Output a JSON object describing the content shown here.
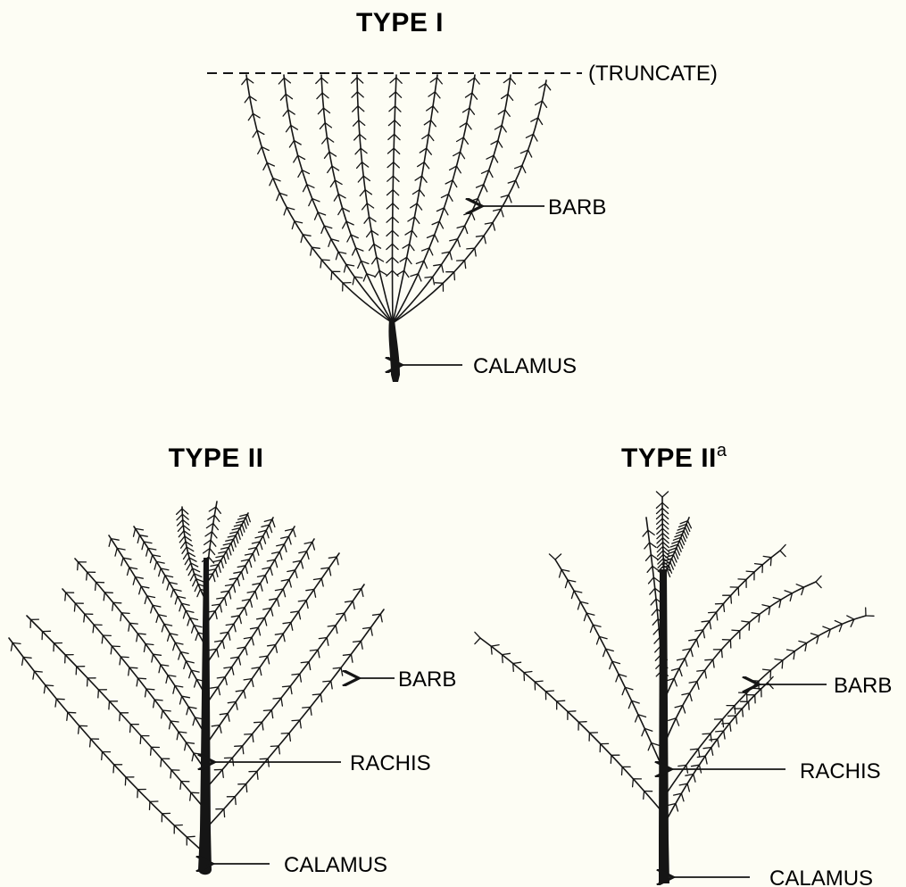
{
  "type1": {
    "title": "TYPE I",
    "labels": {
      "truncate": "(TRUNCATE)",
      "barb": "BARB",
      "calamus": "CALAMUS"
    }
  },
  "type2": {
    "title": "TYPE II",
    "labels": {
      "barb": "BARB",
      "rachis": "RACHIS",
      "calamus": "CALAMUS"
    }
  },
  "type2a": {
    "title": "TYPE II",
    "title_sup": "a",
    "labels": {
      "barb": "BARB",
      "rachis": "RACHIS",
      "calamus": "CALAMUS"
    }
  },
  "colors": {
    "background": "#fdfdf4",
    "ink": "#151515"
  }
}
